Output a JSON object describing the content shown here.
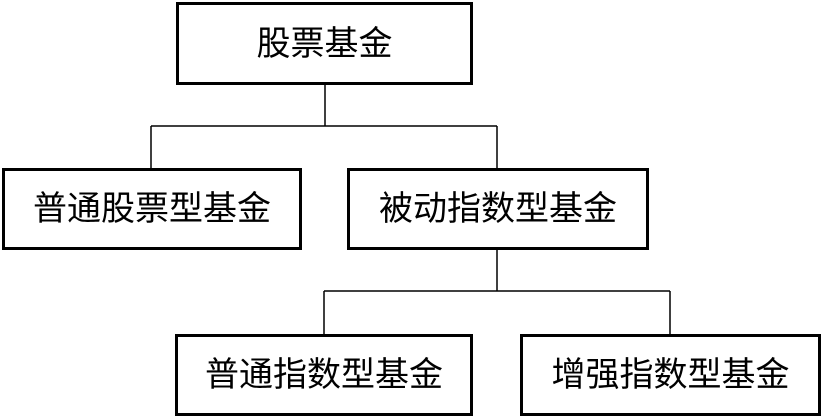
{
  "diagram": {
    "root": {
      "label": "股票基金"
    },
    "children": [
      {
        "label": "普通股票型基金"
      },
      {
        "label": "被动指数型基金",
        "children": [
          {
            "label": "普通指数型基金"
          },
          {
            "label": "增强指数型基金"
          }
        ]
      }
    ],
    "colors": {
      "border": "#000000",
      "text": "#000000",
      "background": "#ffffff"
    }
  }
}
